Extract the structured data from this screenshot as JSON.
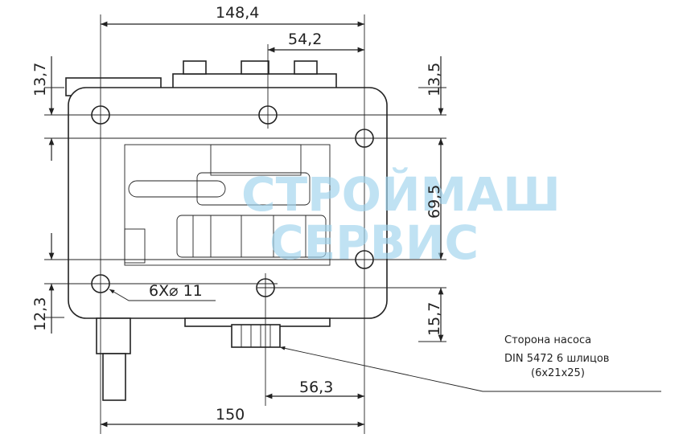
{
  "dimensions": {
    "top_width": "148,4",
    "top_offset": "54,2",
    "left_top": "13,7",
    "right_top": "13,5",
    "right_mid": "69,5",
    "right_bottom": "15,7",
    "left_bottom": "12,3",
    "holes": "6X⌀ 11",
    "bottom_offset": "56,3",
    "bottom_width": "150"
  },
  "annotation": {
    "line1": "Сторона насоса",
    "line2": "DIN 5472 6 шлицов",
    "line3": "(6x21x25)"
  },
  "watermark": {
    "line1": "СТРОЙМАШ",
    "line2": "СЕРВИС",
    "color": "#9fd4ee"
  }
}
